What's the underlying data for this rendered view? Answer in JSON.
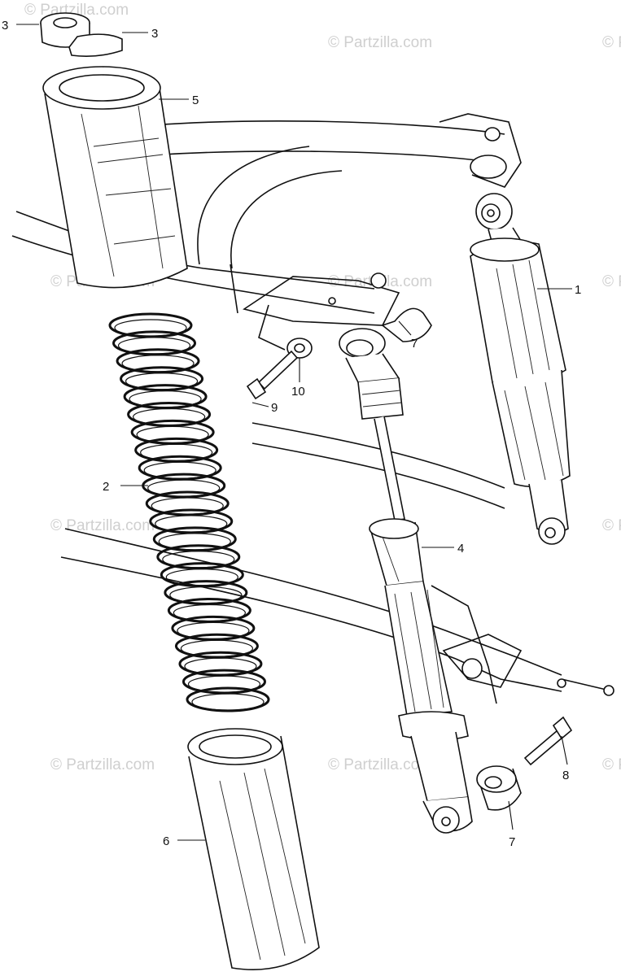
{
  "diagram": {
    "watermark": "© Partzilla.com",
    "callouts": [
      {
        "id": "c3a",
        "label": "3"
      },
      {
        "id": "c3b",
        "label": "3"
      },
      {
        "id": "c5",
        "label": "5"
      },
      {
        "id": "c1",
        "label": "1"
      },
      {
        "id": "c7a",
        "label": "7"
      },
      {
        "id": "c10",
        "label": "10"
      },
      {
        "id": "c9",
        "label": "9"
      },
      {
        "id": "c2",
        "label": "2"
      },
      {
        "id": "c4",
        "label": "4"
      },
      {
        "id": "c8",
        "label": "8"
      },
      {
        "id": "c7b",
        "label": "7"
      },
      {
        "id": "c6",
        "label": "6"
      }
    ]
  }
}
